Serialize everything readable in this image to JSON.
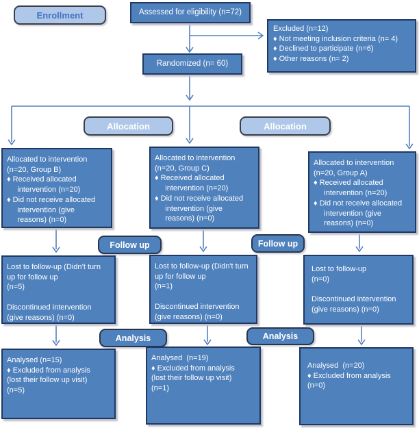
{
  "colors": {
    "box_fill": "#4F81BD",
    "box_border": "#1F3864",
    "pill_light_fill": "#AFC7E8",
    "pill_dark_fill": "#4F81BD",
    "enrollment_text": "#4472C4",
    "arrow": "#5580BE",
    "box_text": "#ffffff"
  },
  "labels": {
    "enrollment": "Enrollment",
    "allocation_left": "Allocation",
    "allocation_right": "Allocation",
    "followup_left": "Follow up",
    "followup_right": "Follow up",
    "analysis_left": "Analysis",
    "analysis_right": "Analysis"
  },
  "boxes": {
    "assessed": "Assessed for eligibility (n=72)",
    "excluded": "Excluded (n=12)\n♦ Not meeting inclusion criteria (n= 4)\n♦ Declined to participate (n=6)\n♦ Other reasons (n= 2)",
    "randomized": "Randomized (n= 60)",
    "alloc_group_b": "Allocated to intervention\n(n=20, Group B)\n♦ Received allocated\n     intervention (n=20)\n♦ Did not receive allocated\n     intervention (give\n     reasons) (n=0)",
    "alloc_group_c": "Allocated to intervention\n(n=20, Group C)\n♦ Received allocated\n     intervention (n=20)\n♦ Did not receive allocated\n     intervention (give\n     reasons) (n=0)",
    "alloc_group_a": "Allocated to intervention\n(n=20, Group A)\n♦ Received allocated\n     intervention (n=20)\n♦ Did not receive allocated\n     intervention (give\n     reasons) (n=0)",
    "followup_group_b": "Lost to follow-up (Didn’t turn\nup for follow up\n(n=5)\n\nDiscontinued intervention\n(give reasons) (n=0)",
    "followup_group_c": "Lost to follow-up (Didn't turn\nup for follow up\n(n=1)\n\nDiscontinued intervention\n(give reasons) (n=0)",
    "followup_group_a": "Lost to follow-up\n(n=0)\n\nDiscontinued intervention\n(give reasons) (n=0)",
    "analysis_group_b": "Analysed (n=15)\n♦ Excluded from analysis\n(lost their follow up visit)\n(n=5)",
    "analysis_group_c": "Analysed  (n=19)\n♦ Excluded from analysis\n(lost their follow up visit)\n(n=1)",
    "analysis_group_a": "Analysed  (n=20)\n♦ Excluded from analysis\n(n=0)"
  }
}
